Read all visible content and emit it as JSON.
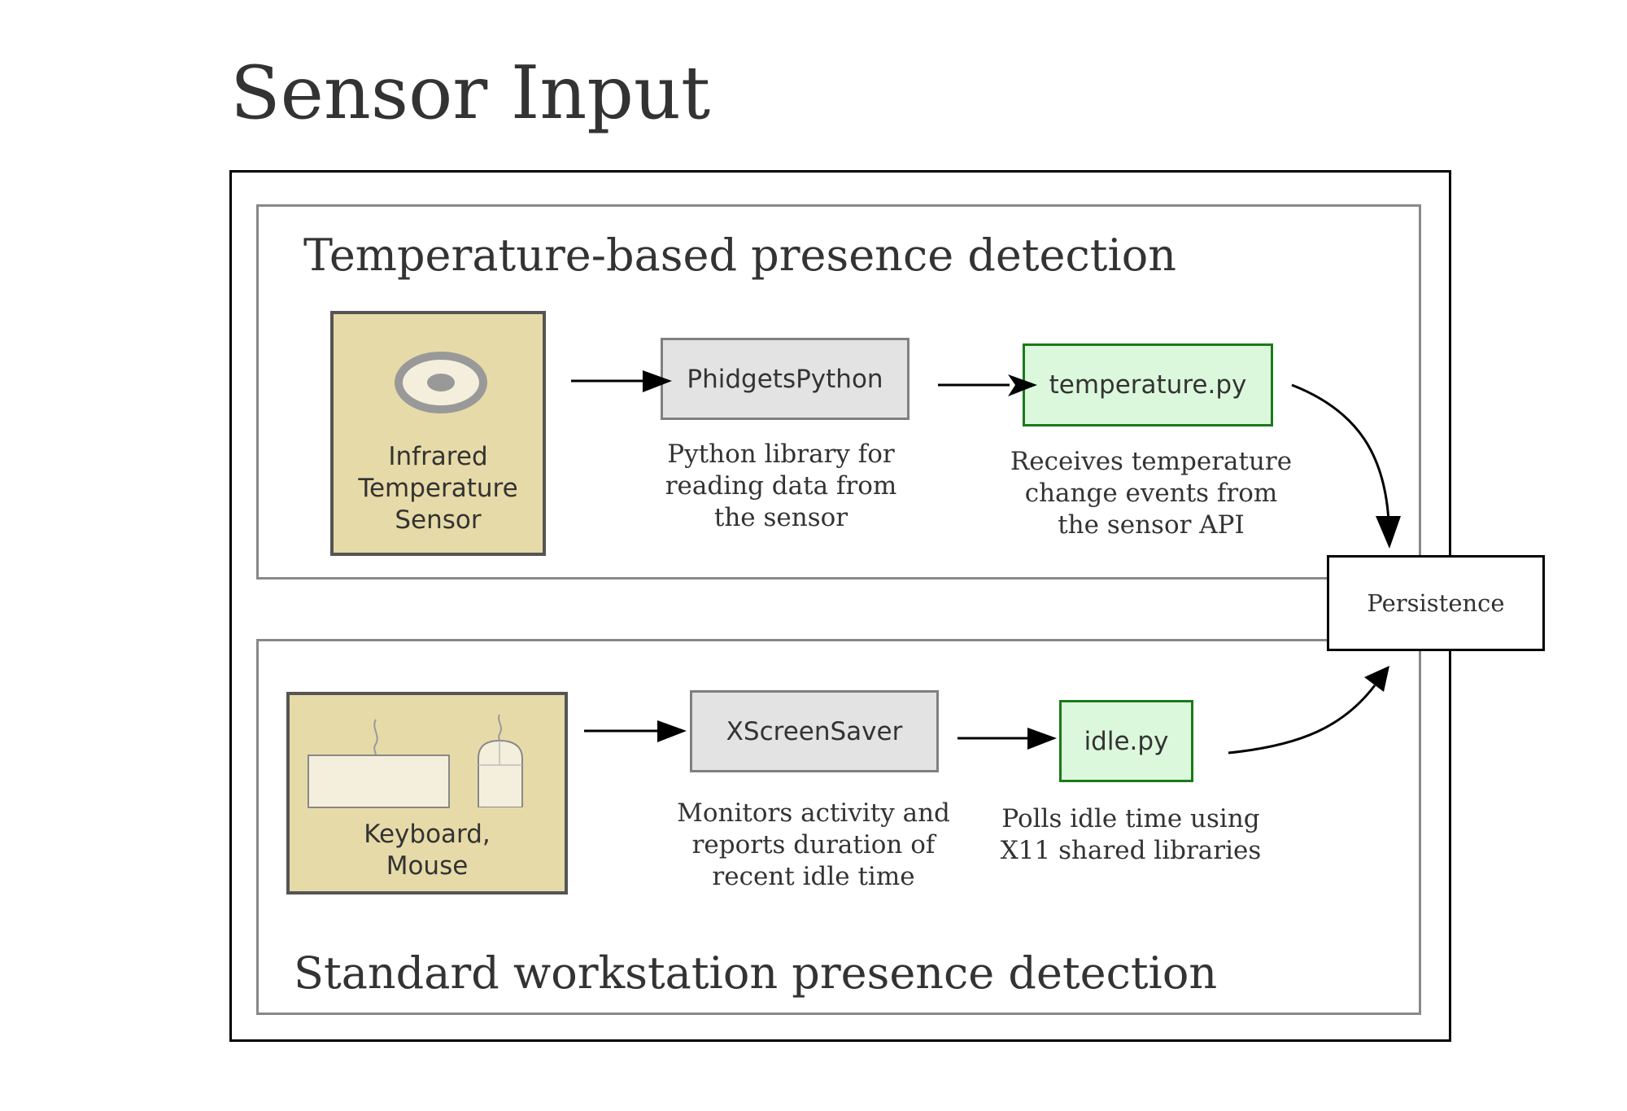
{
  "title": "Sensor Input",
  "temperature_section": {
    "title": "Temperature-based presence detection",
    "sensor": {
      "label_lines": [
        "Infrared",
        "Temperature",
        "Sensor"
      ],
      "icon": "infrared-sensor-icon"
    },
    "library": {
      "label": "PhidgetsPython",
      "description_lines": [
        "Python library for",
        "reading data from",
        "the sensor"
      ]
    },
    "script": {
      "label": "temperature.py",
      "description_lines": [
        "Receives temperature",
        "change events from",
        "the sensor API"
      ]
    }
  },
  "workstation_section": {
    "title": "Standard workstation presence detection",
    "device": {
      "label_lines": [
        "Keyboard,",
        "Mouse"
      ],
      "icons": [
        "keyboard-icon",
        "mouse-icon"
      ]
    },
    "library": {
      "label": "XScreenSaver",
      "description_lines": [
        "Monitors activity and",
        "reports duration of",
        "recent idle time"
      ]
    },
    "script": {
      "label": "idle.py",
      "description_lines": [
        "Polls idle time using",
        "X11 shared libraries"
      ]
    }
  },
  "persistence": {
    "label": "Persistence"
  },
  "colors": {
    "device_fill": "#e6dba8",
    "library_fill": "#e3e3e3",
    "script_fill": "#dcf8dc",
    "script_border": "#1a7a1a",
    "text": "#333333"
  }
}
